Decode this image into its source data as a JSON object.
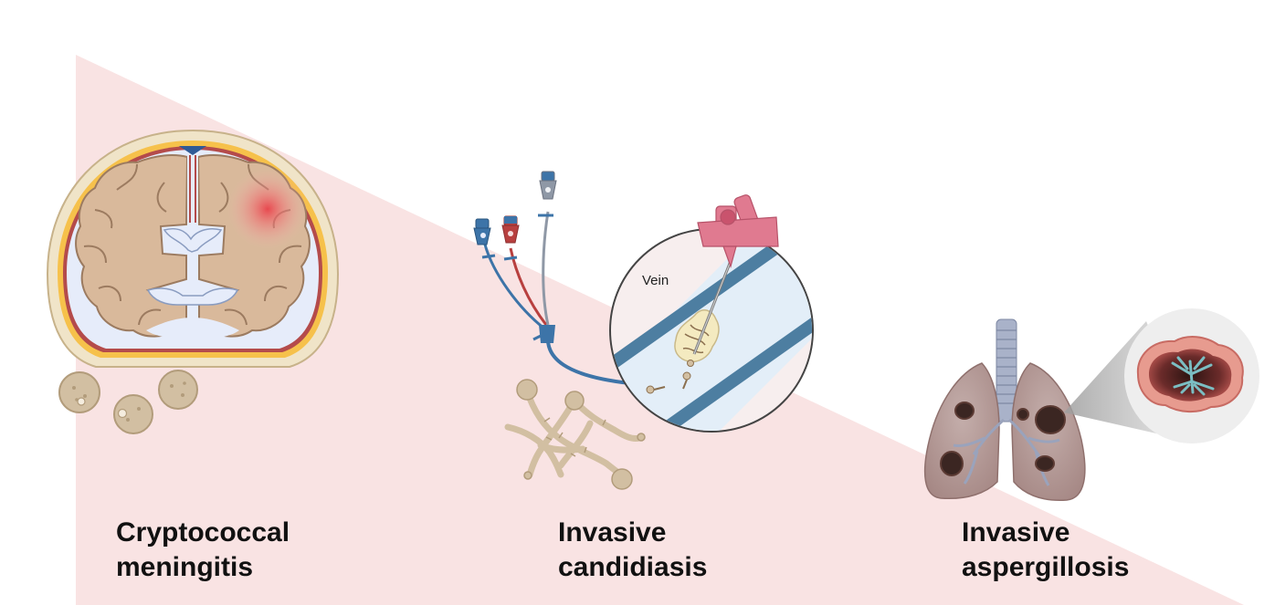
{
  "colors": {
    "background": "#ffffff",
    "wedge": "#f9e3e3",
    "skull": "#f0e4c8",
    "brain": "#d9b99b",
    "ventricle": "#e8eefa",
    "infection_focus": "#e8434b",
    "fungus": "#d2bfa2",
    "catheter_blue": "#3d74a8",
    "catheter_red": "#b8403f",
    "catheter_grey": "#8f98a6",
    "vein": "#4d7ea1",
    "vein_lumen": "#e3eef8",
    "needle_hub": "#e07a90",
    "lung": "#b79b98",
    "lesion": "#3b2622",
    "trachea": "#a9b2c9",
    "hyphae_teal": "#7bbec3"
  },
  "panels": [
    {
      "id": "cryptococcal",
      "caption_lines": [
        "Cryptococcal",
        "meningitis"
      ],
      "illustrations": [
        "brain-coronal-section",
        "cryptococcus-yeast-cells",
        "infection-focus"
      ]
    },
    {
      "id": "candidiasis",
      "caption_lines": [
        "Invasive",
        "candidiasis"
      ],
      "illustrations": [
        "central-venous-catheter",
        "vein-magnifier",
        "candida-hyphae"
      ],
      "inset_label": "Vein"
    },
    {
      "id": "aspergillosis",
      "caption_lines": [
        "Invasive",
        "aspergillosis"
      ],
      "illustrations": [
        "lungs-with-lesions",
        "cavity-magnifier",
        "aspergillus-hyphae"
      ]
    }
  ]
}
